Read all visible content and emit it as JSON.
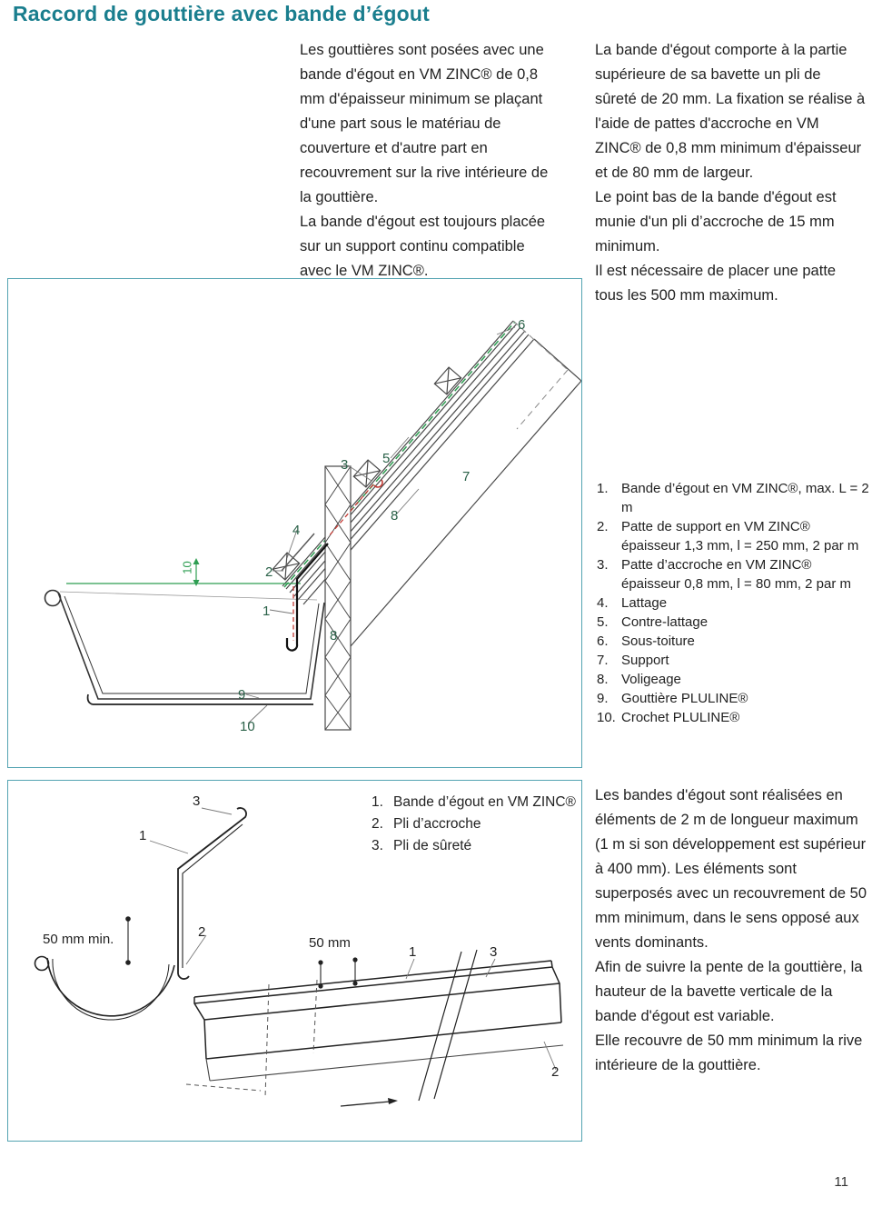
{
  "title": "Raccord de gouttière avec bande d’égout",
  "page_number": "11",
  "colors": {
    "accent_teal": "#1a7e8e",
    "box_border": "#54a4b2",
    "membrane_green": "#2e9e52",
    "detail_red": "#c43b35",
    "callout_green": "#2a6148"
  },
  "intro_left": [
    "Les gouttières sont posées avec une bande d'égout en VM ZINC® de 0,8 mm d'épaisseur minimum se plaçant d'une part sous le matériau de couverture et d'autre part en recouvrement sur la rive intérieure de la gouttière.",
    "La bande d'égout est toujours placée sur un support continu compatible avec le VM ZINC®."
  ],
  "intro_right": [
    "La bande d'égout comporte à la partie supérieure de sa bavette un pli de sûreté de 20 mm. La fixation se réalise à l'aide de pattes d'accroche en VM ZINC® de 0,8 mm minimum d'épaisseur et de 80 mm de largeur.",
    "Le point bas de la bande d'égout est munie d'un pli d’accroche de 15 mm minimum.",
    "Il est nécessaire de placer une patte tous les 500 mm maximum."
  ],
  "legend_main": {
    "items": [
      {
        "num": "1.",
        "text": "Bande d’égout en VM ZINC®, max. L = 2 m"
      },
      {
        "num": "2.",
        "text": "Patte de support en VM ZINC®\népaisseur 1,3 mm, l = 250 mm, 2 par m"
      },
      {
        "num": "3.",
        "text": "Patte d’accroche en VM ZINC®\népaisseur 0,8 mm, l = 80 mm, 2 par m"
      },
      {
        "num": "4.",
        "text": "Lattage"
      },
      {
        "num": "5.",
        "text": "Contre-lattage"
      },
      {
        "num": "6.",
        "text": "Sous-toiture"
      },
      {
        "num": "7.",
        "text": "Support"
      },
      {
        "num": "8.",
        "text": "Voligeage"
      },
      {
        "num": "9.",
        "text": "Gouttière PLULINE®"
      },
      {
        "num": "10.",
        "text": "Crochet PLULINE®"
      }
    ]
  },
  "diagram_main": {
    "callouts": [
      "6",
      "3",
      "5",
      "7",
      "8",
      "4",
      "2",
      "1",
      "8",
      "9",
      "10"
    ],
    "dim_label": "10"
  },
  "legend_bottom": {
    "items": [
      {
        "num": "1.",
        "text": "Bande d’égout en VM ZINC®"
      },
      {
        "num": "2.",
        "text": "Pli d’accroche"
      },
      {
        "num": "3.",
        "text": "Pli de sûreté"
      }
    ]
  },
  "diagram_bottom": {
    "callouts": [
      "3",
      "1",
      "2",
      "1",
      "3",
      "2"
    ],
    "dim_min": "50 mm min.",
    "dim_50": "50 mm"
  },
  "bottom_text": [
    "Les bandes d'égout sont réalisées en éléments de 2 m de longueur maximum (1 m si son développement est supérieur à 400 mm). Les éléments sont superposés avec un recouvrement de 50 mm minimum, dans le sens opposé aux vents dominants.",
    "Afin de suivre la pente de la gouttière, la hauteur de la bavette verticale de la bande d'égout est variable.",
    "Elle recouvre de 50 mm minimum la rive intérieure de la gouttière."
  ]
}
